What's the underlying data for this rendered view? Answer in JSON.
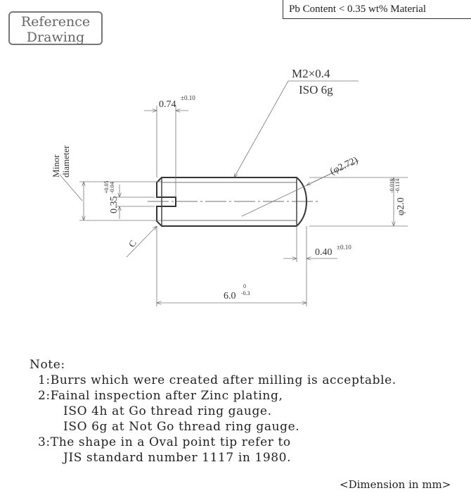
{
  "header": {
    "reference_label_line1": "Reference",
    "reference_label_line2": "Drawing",
    "material_note": "Pb Content < 0.35 wt% Material"
  },
  "drawing": {
    "thread_spec": "M2×0.4",
    "thread_class": "ISO 6g",
    "slot_width": "0.74",
    "slot_width_tol": "±0.10",
    "minor_diameter_label_1": "Minor",
    "minor_diameter_label_2": "diameter",
    "slot_depth": "0.35",
    "slot_depth_tol_upper": "+0.05",
    "slot_depth_tol_lower": "-0.04",
    "dome_diameter": "(φ2.72)",
    "outer_diameter": "φ2.0",
    "outer_diameter_tol_upper": "-0.019",
    "outer_diameter_tol_lower": "-0.114",
    "chamfer": "C",
    "tip_length": "0.40",
    "tip_length_tol": "±0.10",
    "length": "6.0",
    "length_tol_upper": "0",
    "length_tol_lower": "-0.3"
  },
  "notes": {
    "title": "Note:",
    "lines": [
      "  1:Burrs which were created after milling is acceptable.",
      "  2:Fainal inspection after Zinc plating,",
      "        ISO 4h at Go thread ring gauge.",
      "        ISO 6g at Not Go thread ring gauge.",
      "  3:The shape in a Oval point tip refer to",
      "        JIS standard number 1117 in 1980."
    ]
  },
  "footer": {
    "unit_note": "<Dimension in mm>"
  }
}
